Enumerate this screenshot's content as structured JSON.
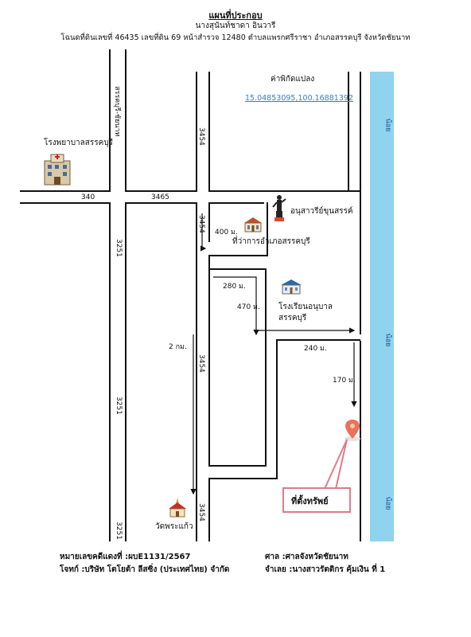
{
  "header": {
    "title": "แผนที่ประกอบ",
    "owner": "นางสุนันท์ชาดา อินวารี",
    "deed": "โฉนดที่ดินเลขที่ 46435 เลขที่ดิน 69 หน้าสำรวจ 12480 ตำบลแพรกศรีราชา อำเภอสรรคบุรี จังหวัดชัยนาท"
  },
  "coords": {
    "label": "ค่าพิกัดแปลง",
    "value": "15.04853095,100.16881392"
  },
  "roads": {
    "v_main_top": "สรรคบุรี-ชัยนาท",
    "r340": "340",
    "r3465": "3465",
    "r3454_a": "3454",
    "r3454_b": "3454",
    "r3454_c": "3454",
    "r3454_d": "3454",
    "r3251_a": "3251",
    "r3251_b": "3251",
    "r3251_c": "3251"
  },
  "river": {
    "label_1": "น้อย",
    "label_2": "น้อย",
    "label_3": "น้อย"
  },
  "places": {
    "hospital": "โรงพยาบาลสรรคบุรี",
    "monument": "อนุสาวรีย์ขุนสรรค์",
    "district_office": "ที่ว่าการอำเภอสรรคบุรี",
    "kindergarten_1": "โรงเรียนอนุบาล",
    "kindergarten_2": "สรรคบุรี",
    "temple": "วัดพระแก้ว",
    "property": "ที่ตั้งทรัพย์"
  },
  "distances": {
    "d400": "400 ม.",
    "d280": "280 ม.",
    "d470": "470 ม.",
    "d2km": "2 กม.",
    "d240": "240 ม.",
    "d170": "170 ม."
  },
  "footer": {
    "plate": "หมายเลขคดีแดงที่ :ผบE1131/2567",
    "plaintiff": "โจทก์ :บริษัท โตโยต้า ลีสซิ่ง (ประเทศไทย) จำกัด",
    "court": "ศาล :ศาลจังหวัดชัยนาท",
    "defendant": "จำเลย :นางสาวรัตติกร คุ้มเงิน ที่ 1"
  },
  "colors": {
    "river": "#8fd3ef",
    "pin": "#e8735a",
    "callout": "#e07a8a",
    "link": "#3a7dc9"
  },
  "icons": [
    "hospital-icon",
    "monument-icon",
    "district-office-icon",
    "school-icon",
    "temple-icon",
    "location-pin-icon"
  ]
}
